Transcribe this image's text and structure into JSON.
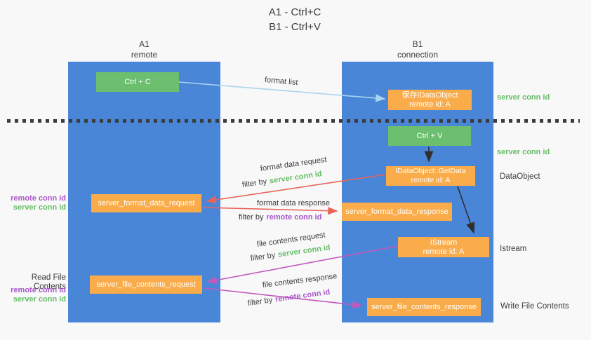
{
  "title": {
    "line1": "A1 - Ctrl+C",
    "line2": "B1 - Ctrl+V"
  },
  "lifelines": {
    "left": {
      "name": "A1",
      "subtitle": "remote"
    },
    "right": {
      "name": "B1",
      "subtitle": "connection"
    }
  },
  "nodes": {
    "ctrl_c": {
      "label": "Ctrl + C"
    },
    "ctrl_v": {
      "label": "Ctrl + V"
    },
    "save_dataobject": {
      "line1": "保存IDataObject",
      "line2": "remote id: A"
    },
    "getdata": {
      "line1": "IDataObject::GetData",
      "line2": "remote id: A"
    },
    "istream": {
      "line1": "IStream",
      "line2": "remote id: A"
    },
    "format_request": {
      "label": "server_format_data_request"
    },
    "format_response": {
      "label": "server_format_data_response"
    },
    "file_request": {
      "label": "server_file_contents_request"
    },
    "file_response": {
      "label": "server_file_contents_response"
    }
  },
  "arrow_labels": {
    "format_list": "format list",
    "format_data_request": "format data request",
    "format_data_response": "format data response",
    "file_contents_request": "file contents request",
    "file_contents_response": "file contents response",
    "filter_by": "filter by",
    "server_conn_id": "server conn id",
    "remote_conn_id": "remote conn id"
  },
  "side_labels": {
    "server_conn_id_top": "server conn id",
    "server_conn_id_mid": "server conn id",
    "dataobject": "DataObject",
    "istream": "Istream",
    "read_file_contents": "Read File Contents",
    "write_file_contents": "Write File Contents",
    "remote_conn_id": "remote conn id",
    "server_conn_id": "server conn id"
  },
  "colors": {
    "lifeline_blue": "#4a86d8",
    "box_green": "#6cbf6e",
    "box_orange": "#f9ac49",
    "text_green": "#67bd68",
    "text_purple": "#a957c9",
    "arrow_red": "#e9635a",
    "arrow_magenta": "#c159be",
    "arrow_lightblue": "#a9d4ef",
    "arrow_black": "#2f2f2f"
  }
}
